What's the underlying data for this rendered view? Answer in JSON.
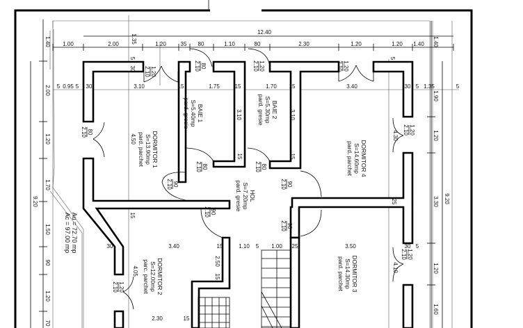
{
  "plan": {
    "overall_width": "12.40",
    "overall_height_left": "9.20",
    "overall_height_right": "9.20",
    "areas": {
      "useful": "Au = 72.70 mp",
      "built": "Ac = 97.00 mp"
    }
  },
  "rooms": [
    {
      "name": "DORMITOR 1",
      "surface": "S=13.90mp",
      "floor": "pard. parchet"
    },
    {
      "name": "BAIE 1",
      "surface": "S=5.40mp",
      "floor": "pard. gresie"
    },
    {
      "name": "BAIE 2",
      "surface": "S=5.30mp",
      "floor": "pard. gresie"
    },
    {
      "name": "DORMITOR 4",
      "surface": "S=14.60mp",
      "floor": "pard. parchet"
    },
    {
      "name": "HOL",
      "surface": "S=7.20mp",
      "floor": "pard. gresie"
    },
    {
      "name": "DORMITOR 2",
      "surface": "S=12.00mp",
      "floor": "parc. parchet"
    },
    {
      "name": "DORMITOR 3",
      "surface": "S=14.30mp",
      "floor": "pard. parchet"
    }
  ],
  "dims": {
    "top_row": [
      "1.00",
      "2.00",
      "1.35",
      "1.20",
      "35",
      "80",
      "1.10",
      "80",
      "2.30",
      "1.20",
      "1.20",
      "1.40",
      "1.40"
    ],
    "second_row": [
      "5",
      "0.95",
      "5",
      "30",
      "3.10",
      "15",
      "1.75",
      "15",
      "1.70",
      "15",
      "3.40",
      "30",
      "5",
      "1.35",
      "5",
      "5",
      "30",
      "5"
    ],
    "left_col": [
      "1.40",
      "2.00",
      "1.20",
      "1.70",
      "1.50",
      "90",
      "1.20",
      "70"
    ],
    "right_col": [
      "1.90",
      "1.20",
      "3.30",
      "1.20",
      "1.60"
    ],
    "interior": [
      "4.50",
      "3.10",
      "3.10",
      "15",
      "15",
      "15",
      "4.30",
      "4.10",
      "4.05",
      "2.50",
      "15",
      "3.40",
      "15",
      "1.10",
      "5",
      "1.00",
      "25",
      "3.50",
      "30",
      "5",
      "2.30",
      "15",
      "30",
      "25"
    ]
  },
  "doors": [
    {
      "w": "1.20",
      "h": "2.10"
    },
    {
      "w": "80",
      "h": "2.10"
    },
    {
      "w": "80",
      "h": "2.10"
    },
    {
      "w": "1.20",
      "h": "2.10"
    },
    {
      "w": "1.20",
      "h": "2.10"
    },
    {
      "w": "1.20",
      "h": "2.10"
    },
    {
      "w": "80",
      "h": "2.10"
    },
    {
      "w": "80",
      "h": "2.10"
    },
    {
      "w": "90",
      "h": "2.10"
    },
    {
      "w": "90",
      "h": "2.10"
    },
    {
      "w": "90",
      "h": "2.10"
    },
    {
      "w": "90",
      "h": "2.10"
    },
    {
      "w": "1.20",
      "h": "2.10"
    },
    {
      "w": "1.20",
      "h": "2.10"
    }
  ]
}
